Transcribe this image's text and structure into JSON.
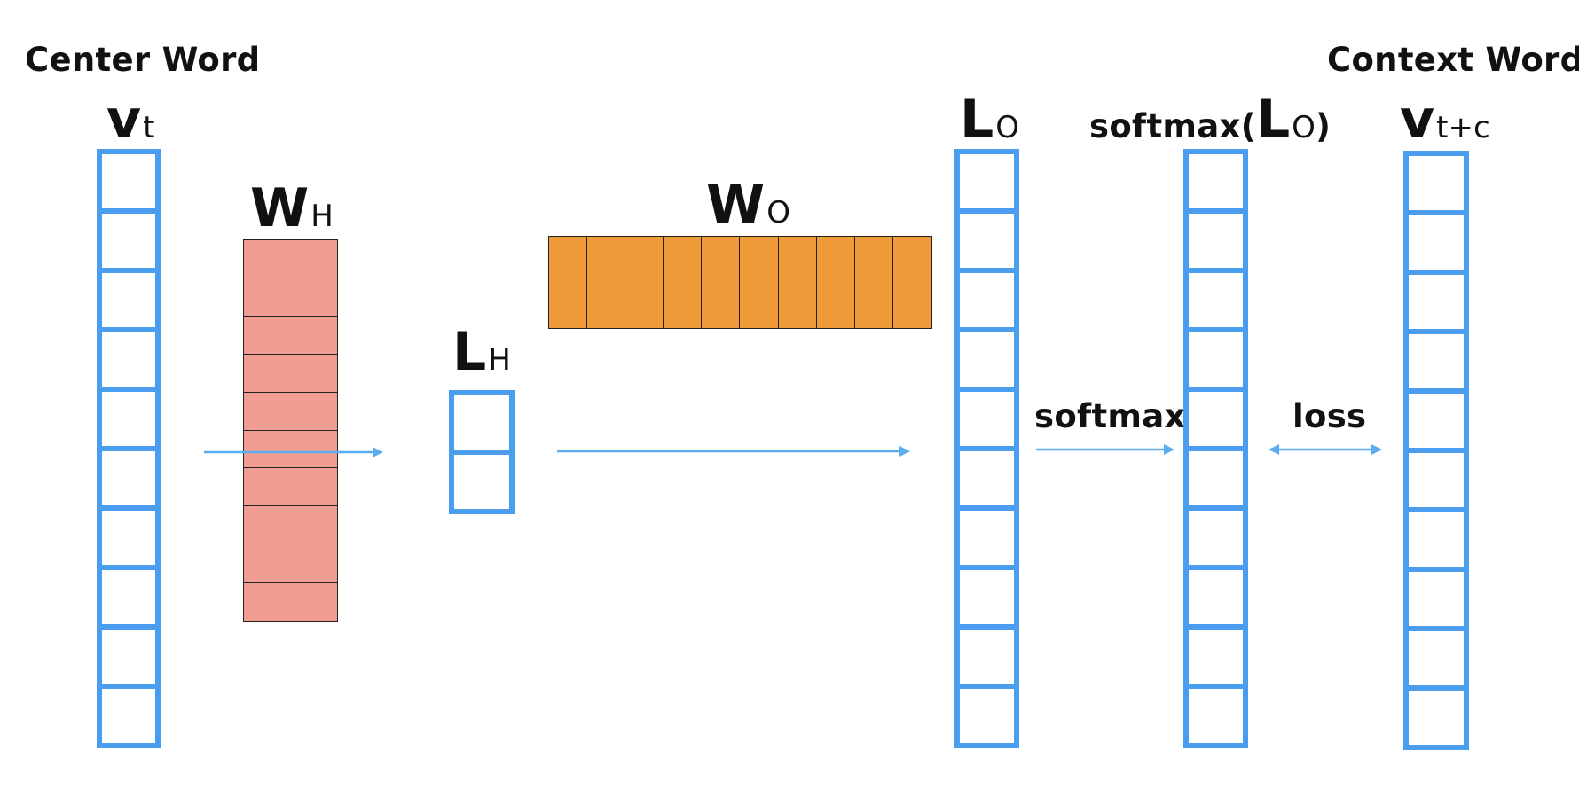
{
  "labels": {
    "center_word": "Center Word",
    "context_word": "Context Word",
    "softmax_arrow": "softmax",
    "loss_arrow": "loss"
  },
  "vectors": {
    "v_t": {
      "main": "v",
      "sub": "t",
      "cells": 10
    },
    "l_h": {
      "main": "L",
      "sub": "H",
      "cells": 2
    },
    "l_o": {
      "main": "L",
      "sub": "O",
      "cells": 10
    },
    "softmax_lo": {
      "prefix": "softmax(",
      "main": "L",
      "sub": "O",
      "suffix": ")",
      "cells": 10
    },
    "v_tc": {
      "main": "v",
      "sub": "t+c",
      "cells": 10
    }
  },
  "matrices": {
    "w_h": {
      "main": "W",
      "sub": "H",
      "cells": 10
    },
    "w_o": {
      "main": "W",
      "sub": "O",
      "cells": 10
    }
  },
  "colors": {
    "vector_border": "#4A9DEE",
    "arrow": "#5AAEF0",
    "w_h_fill": "#F29D91",
    "w_o_fill": "#F09B39"
  }
}
